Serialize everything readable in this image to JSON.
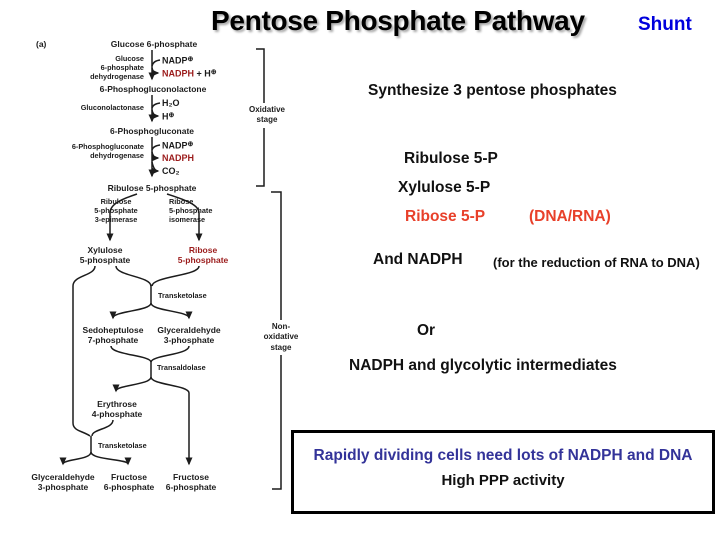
{
  "title": "Pentose Phosphate Pathway",
  "subtitle": "Shunt",
  "colors": {
    "title_text": "#000000",
    "shunt_blue": "#0000dd",
    "diagram_red": "#9b1b1b",
    "panel_orange_red": "#e8402a",
    "callout_blue": "#333399"
  },
  "diagram": {
    "panel_label": "(a)",
    "circled_plus": "⊕",
    "metabolites": {
      "g6p": "Glucose 6-phosphate",
      "pgl": "6-Phosphogluconolactone",
      "pg": "6-Phosphogluconate",
      "ru5p": "Ribulose 5-phosphate",
      "x5p": "Xylulose\n5-phosphate",
      "r5p": "Ribose\n5-phosphate",
      "s7p": "Sedoheptulose\n7-phosphate",
      "g3p_a": "Glyceraldehyde\n3-phosphate",
      "e4p": "Erythrose\n4-phosphate",
      "g3p_b": "Glyceraldehyde\n3-phosphate",
      "f6p_a": "Fructose\n6-phosphate",
      "f6p_b": "Fructose\n6-phosphate"
    },
    "enzymes": {
      "g6pd": "Glucose\n6-phosphate\ndehydrogenase",
      "gluconolactonase": "Gluconolactonase",
      "pgd": "6-Phosphogluconate\ndehydrogenase",
      "epimerase": "Ribulose\n5-phosphate\n3-epimerase",
      "isomerase": "Ribose\n5-phosphate\nisomerase",
      "transketolase_1": "Transketolase",
      "transaldolase": "Transaldolase",
      "transketolase_2": "Transketolase"
    },
    "cofactors": {
      "nadp": "NADP",
      "nadph": "NADPH",
      "plus_h": " + H",
      "h2o": "H₂O",
      "h": "H",
      "co2": "CO₂"
    },
    "stages": {
      "oxidative": "Oxidative\nstage",
      "nonoxidative": "Non-\noxidative\nstage"
    }
  },
  "right_panel": {
    "synthesize": "Synthesize 3 pentose phosphates",
    "ribulose": "Ribulose 5-P",
    "xylulose": "Xylulose 5-P",
    "ribose": "Ribose 5-P",
    "dna_rna": "(DNA/RNA)",
    "and_nadph": "And NADPH",
    "reduction_note": "(for the reduction of RNA to DNA)",
    "or_text": "Or",
    "nadph_glycolytic": "NADPH and glycolytic intermediates"
  },
  "callout_box": {
    "line1": "Rapidly dividing cells need lots of NADPH and DNA",
    "line2": "High PPP activity"
  }
}
